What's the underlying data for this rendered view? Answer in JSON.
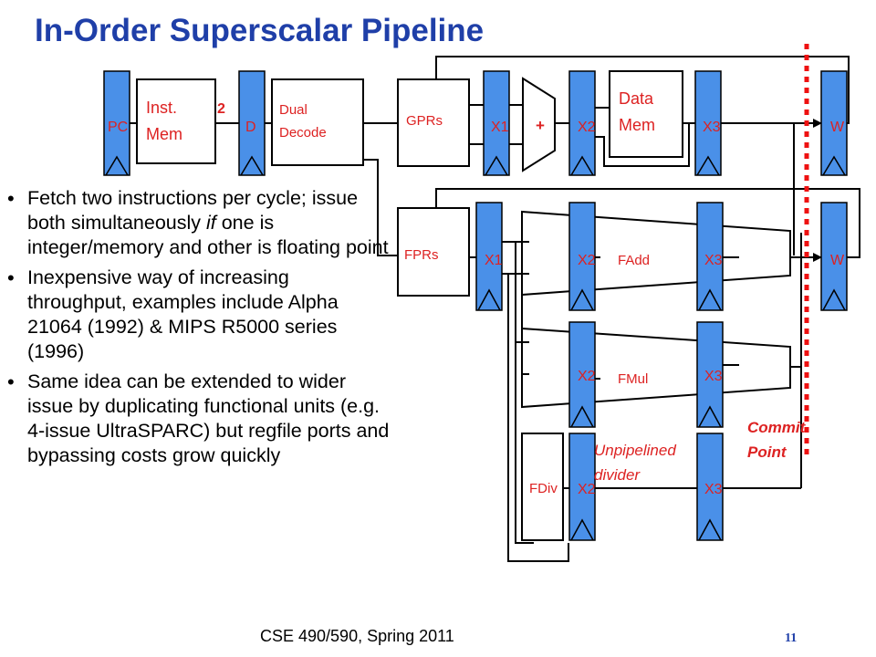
{
  "title": "In-Order Superscalar Pipeline",
  "diagram": {
    "pc": "PC",
    "inst_mem_1": "Inst.",
    "inst_mem_2": "Mem",
    "width_mark": "2",
    "decode_reg": "D",
    "dual_decode_1": "Dual",
    "dual_decode_2": "Decode",
    "gprs": "GPRs",
    "int_x1": "X1",
    "adder": "+",
    "int_x2": "X2",
    "data_mem_1": "Data",
    "data_mem_2": "Mem",
    "int_x3": "X3",
    "int_w": "W",
    "fprs": "FPRs",
    "fp_x1": "X1",
    "fadd_x2": "X2",
    "fadd": "FAdd",
    "fadd_x3": "X3",
    "fp_w": "W",
    "fmul_x2": "X2",
    "fmul": "FMul",
    "fmul_x3": "X3",
    "fdiv": "FDiv",
    "fdiv_x2": "X2",
    "fdiv_x3": "X3",
    "unpipelined_1": "Unpipelined",
    "unpipelined_2": "divider",
    "commit_1": "Commit",
    "commit_2": "Point",
    "colors": {
      "register": "#4a90e8",
      "label_red": "#dd2222",
      "title_blue": "#1f3fa8",
      "commit_dashed": "#ee1111"
    }
  },
  "bullets": [
    [
      "Fetch two instructions per cycle; issue both simultaneously ",
      "if",
      " one is integer/memory and other is floating point"
    ],
    [
      "Inexpensive way of increasing throughput, examples include Alpha 21064 (1992) & MIPS R5000 series (1996)"
    ],
    [
      "Same idea can be extended to wider issue by duplicating functional units (e.g. 4-issue UltraSPARC) but regfile ports and bypassing costs grow quickly"
    ]
  ],
  "footer": {
    "course": "CSE 490/590, Spring 2011",
    "page": "11"
  }
}
